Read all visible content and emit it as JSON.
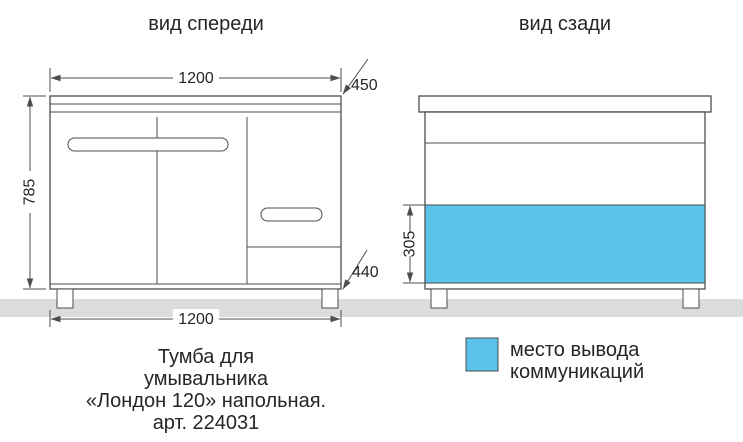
{
  "titles": {
    "front": "вид спереди",
    "back": "вид сзади"
  },
  "dimensions": {
    "front_width_top": "1200",
    "front_depth_top": "450",
    "front_height": "785",
    "front_depth_bottom": "440",
    "front_width_bottom": "1200",
    "back_outlet_zone_height": "305"
  },
  "caption": {
    "line1": "Тумба для",
    "line2": "умывальника",
    "line3": "«Лондон 120» напольная.",
    "line4": "арт. 224031"
  },
  "legend": {
    "line1": "место вывода",
    "line2": "коммуникаций"
  },
  "colors": {
    "highlight_blue": "#5bc2e9",
    "floor_gray": "#dcdcdc",
    "line": "#4d4d4d"
  }
}
